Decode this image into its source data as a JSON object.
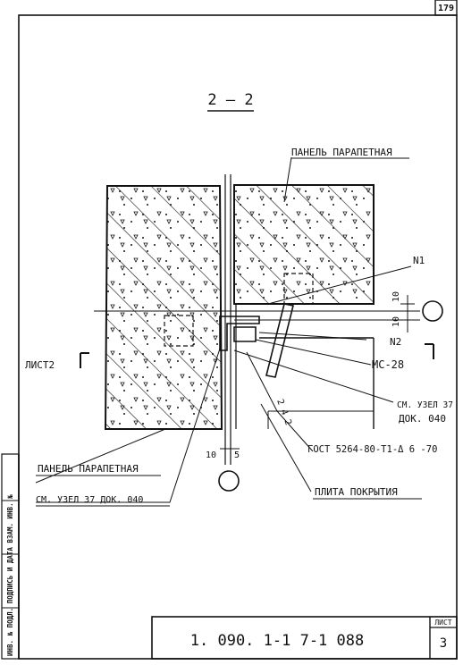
{
  "sheet": {
    "page_number": "179",
    "section_title": "2 — 2",
    "sheet_label": "ЛИСТ",
    "sheet_number": "3",
    "document_code": "1. 090. 1-1   7-1   088",
    "side_stamp": "ИНВ. № ПОДЛ. ПОДПИСЬ И ДАТА ВЗАМ. ИНВ. №"
  },
  "labels": {
    "panel_parapet_top": "ПАНЕЛЬ ПАРАПЕТНАЯ",
    "panel_parapet_bottom": "ПАНЕЛЬ ПАРАПЕТНАЯ",
    "n1": "N1",
    "dim_10_vertical": "10",
    "dim_10_lower": "10",
    "n2": "N2",
    "mc28": "МС-28",
    "sheet2_ref": "ЛИСТ2",
    "see_node_right_1": "СМ. УЗЕЛ 37",
    "see_node_right_2": "ДОК. 040",
    "angle_spec": "2 4 2",
    "gost": "ГОСТ 5264-80-Т1-Δ 6 -70",
    "dim_10": "10",
    "dim_5": "5",
    "see_node_left": "СМ. УЗЕЛ 37 ДОК. 040",
    "roof_slab": "ПЛИТА ПОКРЫТИЯ"
  }
}
